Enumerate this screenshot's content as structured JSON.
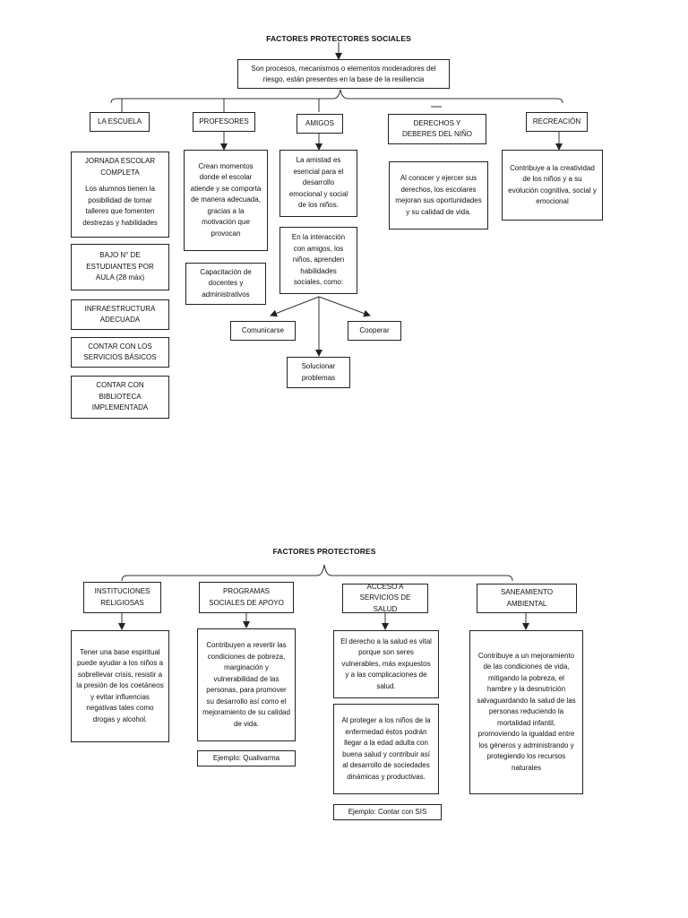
{
  "diagram1": {
    "title": "FACTORES PROTECTORES SOCIALES",
    "definition": "Son procesos, mecanismos o elementos moderadores del riesgo, están presentes en la base de la resiliencia",
    "categories": {
      "escuela": "LA ESCUELA",
      "profesores": "PROFESORES",
      "amigos": "AMIGOS",
      "derechos": "DERECHOS Y DEBERES DEL NIÑO",
      "recreacion": "RECREACIÓN"
    },
    "escuela_items": {
      "jornada_title": "JORNADA ESCOLAR COMPLETA",
      "jornada_desc": "Los alumnos tienen la posibilidad de tomar talleres que fomenten destrezas y habilidades",
      "bajo": "BAJO N° DE ESTUDIANTES POR AULA (28 máx)",
      "infra": "INFRAESTRUCTURA ADECUADA",
      "servicios": "CONTAR CON LOS SERVICIOS BÁSICOS",
      "biblioteca": "CONTAR CON BIBLIOTECA IMPLEMENTADA"
    },
    "profesores_items": {
      "crean": "Crean momentos donde el escolar atiende y se comporta de manera adecuada, gracias a la motivación que provocan",
      "capacitacion": "Capacitación de docentes y administrativos"
    },
    "amigos_items": {
      "amistad": "La amistad es esencial para el desarrollo emocional y social de los niños.",
      "interaccion": "En la interacción con amigos, los niños, aprenden habilidades sociales, como:",
      "comunicarse": "Comunicarse",
      "cooperar": "Cooperar",
      "solucionar": "Solucionar problemas"
    },
    "derechos_desc": "Al conocer y ejercer sus derechos, los escolares mejoran sus oportunidades y su calidad de vida.",
    "recreacion_desc": "Contribuye a la creatividad de los niños y a su evolución cognitiva, social y emocional"
  },
  "diagram2": {
    "title": "FACTORES PROTECTORES",
    "categories": {
      "religiosas": "INSTITUCIONES RELIGIOSAS",
      "programas": "PROGRAMAS SOCIALES DE APOYO",
      "salud": "ACCESO A SERVICIOS DE SALUD",
      "saneamiento": "SANEAMIENTO AMBIENTAL"
    },
    "religiosas_desc": "Tener una base espiritual puede ayudar a los niños a sobrellevar crisis, resistir a la presión de los coetáneos y evitar influencias negativas tales como drogas y alcohol.",
    "programas_desc": "Contribuyen a revertir las condiciones de pobreza, marginación y vulnerabilidad de las personas, para promover su desarrollo así como el mejoramiento de su calidad de vida.",
    "programas_ejemplo": "Ejemplo: Qualivarma",
    "salud_desc1": "El derecho a la salud es vital porque son seres vulnerables, más expuestos y a las complicaciones de salud.",
    "salud_desc2": "Al proteger a los niños de la enfermedad éstos podrán llegar a la edad adulta con buena salud y contribuir así al desarrollo de sociedades dinámicas y productivas.",
    "salud_ejemplo": "Ejemplo: Contar con SIS",
    "saneamiento_desc": "Contribuye a un mejoramiento de las condiciones de vida, mitigando la pobreza, el hambre y la desnutrición salvaguardando la salud de las personas reduciendo la mortalidad infantil, promoviendo la igualdad entre los géneros y administrando y protegiendo los recursos naturales"
  }
}
